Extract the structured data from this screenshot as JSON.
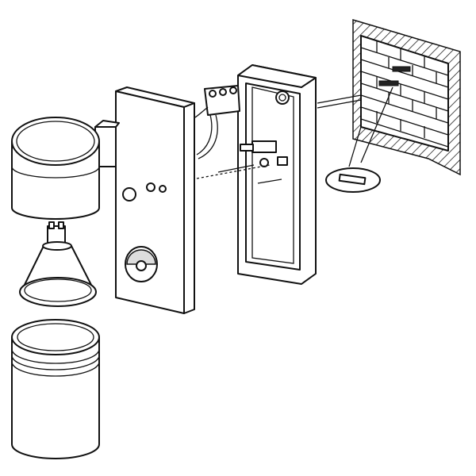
{
  "diagram": {
    "type": "exploded-assembly-illustration",
    "colors": {
      "line": "#111111",
      "background": "#ffffff"
    },
    "parts": [
      "lamp-head",
      "gu10-bulb",
      "glass-cover",
      "lamp-body-with-sensor",
      "terminal-block",
      "mounting-plate",
      "screws-and-wall-plugs",
      "brick-wall",
      "mains-cable"
    ]
  }
}
